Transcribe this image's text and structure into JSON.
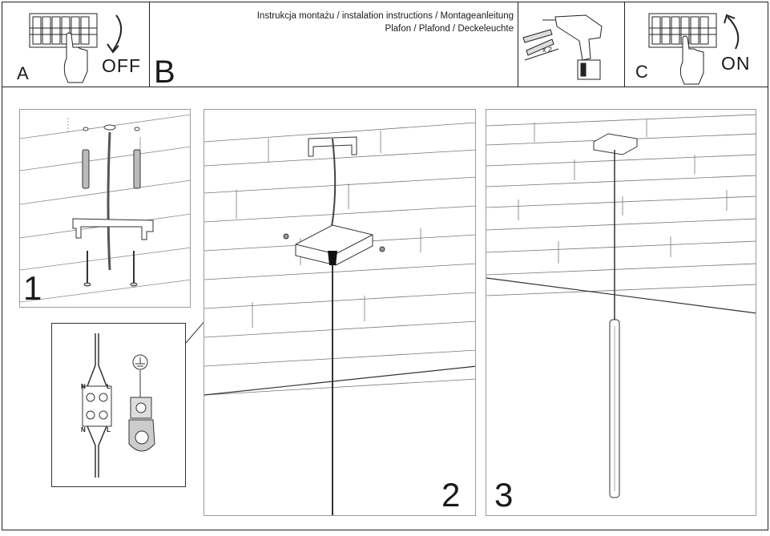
{
  "header": {
    "title_line1": "Instrukcja montażu / instalation instructions / Montageanleitung",
    "title_line2": "Plafon / Plafond / Deckeleuchte"
  },
  "step_a": {
    "letter": "A",
    "state": "OFF"
  },
  "step_b": {
    "letter": "B"
  },
  "step_c": {
    "letter": "C",
    "state": "ON"
  },
  "tools": {
    "quantity": "x 2"
  },
  "panels": {
    "p1": "1",
    "p2": "2",
    "p3": "3"
  },
  "wiring": {
    "n_top": "N",
    "l_top": "L",
    "n_bottom": "N",
    "l_bottom": "L"
  },
  "icons": [
    "circuit-breaker-icon",
    "hand-icon",
    "arrow-down-icon",
    "arrow-up-icon",
    "drill-icon",
    "dowel-icon",
    "screw-icon",
    "ground-symbol-icon",
    "terminal-block-icon"
  ]
}
